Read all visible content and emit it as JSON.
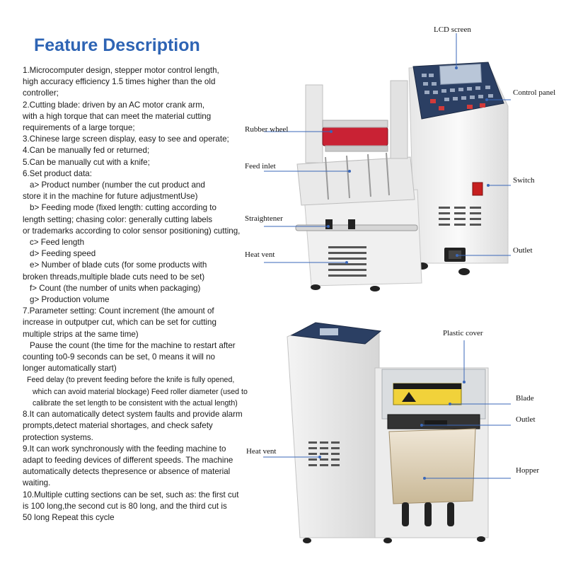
{
  "title": "Feature Description",
  "description_lines": [
    {
      "text": "1.Microcomputer design, stepper motor control length,",
      "indent": 0
    },
    {
      "text": "high accuracy efficiency 1.5 times higher than the old",
      "indent": 0
    },
    {
      "text": "controller;",
      "indent": 0
    },
    {
      "text": "2.Cutting blade: driven by an AC motor crank arm,",
      "indent": 0
    },
    {
      "text": "with a high torque that can meet the material cutting",
      "indent": 0
    },
    {
      "text": "requirements of a large torque;",
      "indent": 0
    },
    {
      "text": "3.Chinese large screen display, easy to see and operate;",
      "indent": 0
    },
    {
      "text": "4.Can be manually fed or returned;",
      "indent": 0
    },
    {
      "text": "5.Can be manually cut with a knife;",
      "indent": 0
    },
    {
      "text": "6.Set product data:",
      "indent": 0
    },
    {
      "text": "a> Product number (number the cut product and",
      "indent": 1
    },
    {
      "text": "store it in the machine for future adjustmentUse)",
      "indent": 0
    },
    {
      "text": "b> Feeding mode (fixed length: cutting according to",
      "indent": 1
    },
    {
      "text": "length setting; chasing color: generally cutting labels",
      "indent": 0
    },
    {
      "text": "or trademarks according to color sensor positioning) cutting,",
      "indent": 0
    },
    {
      "text": "c> Feed length",
      "indent": 1
    },
    {
      "text": "d> Feeding speed",
      "indent": 1
    },
    {
      "text": "e> Number of blade cuts (for some products with",
      "indent": 1
    },
    {
      "text": "broken threads,multiple blade cuts need to be set)",
      "indent": 0
    },
    {
      "text": "f> Count (the number of units when packaging)",
      "indent": 1
    },
    {
      "text": "g> Production volume",
      "indent": 1
    },
    {
      "text": "7.Parameter setting: Count increment (the amount of",
      "indent": 0
    },
    {
      "text": "increase in outputper cut, which can be set for cutting",
      "indent": 0
    },
    {
      "text": "multiple strips at the same time)",
      "indent": 0
    },
    {
      "text": "Pause the count (the time for the machine to restart after",
      "indent": 1
    },
    {
      "text": "counting to0-9 seconds can be set, 0 means it will no",
      "indent": 0
    },
    {
      "text": "longer automatically start)",
      "indent": 0
    },
    {
      "text": "Feed delay (to prevent feeding before the knife is fully opened,",
      "indent": 2
    },
    {
      "text": "which can avoid material blockage) Feed roller diameter (used to",
      "indent": 3
    },
    {
      "text": "calibrate the set length to be consistent with the actual length)",
      "indent": 3
    },
    {
      "text": "8.It can automatically detect system faults and provide alarm",
      "indent": 0
    },
    {
      "text": "prompts,detect material shortages, and check safety",
      "indent": 0
    },
    {
      "text": "protection systems.",
      "indent": 0
    },
    {
      "text": "9.It can work synchronously with the feeding machine to",
      "indent": 0
    },
    {
      "text": "adapt to feeding devices of different speeds. The machine",
      "indent": 0
    },
    {
      "text": "automatically detects thepresence or absence of material",
      "indent": 0
    },
    {
      "text": "waiting.",
      "indent": 0
    },
    {
      "text": "10.Multiple cutting sections can be set, such as: the first cut",
      "indent": 0
    },
    {
      "text": "is 100 long,the second cut is 80 long, and the third cut is",
      "indent": 0
    },
    {
      "text": "50 long Repeat this cycle",
      "indent": 0
    }
  ],
  "callouts_top": {
    "lcd_screen": "LCD screen",
    "control_panel": "Control panel",
    "rubber_wheel": "Rubber wheel",
    "feed_inlet": "Feed inlet",
    "switch": "Switch",
    "straightener": "Straightener",
    "heat_vent": "Heat vent",
    "outlet": "Outlet"
  },
  "callouts_bottom": {
    "plastic_cover": "Plastic cover",
    "blade": "Blade",
    "outlet": "Outlet",
    "heat_vent": "Heat vent",
    "hopper": "Hopper"
  },
  "colors": {
    "title": "#2e64b4",
    "callout_line": "#3a67b8",
    "machine_body": "#f2f2f2",
    "panel": "#2b3f63",
    "roller": "#cc2233"
  }
}
